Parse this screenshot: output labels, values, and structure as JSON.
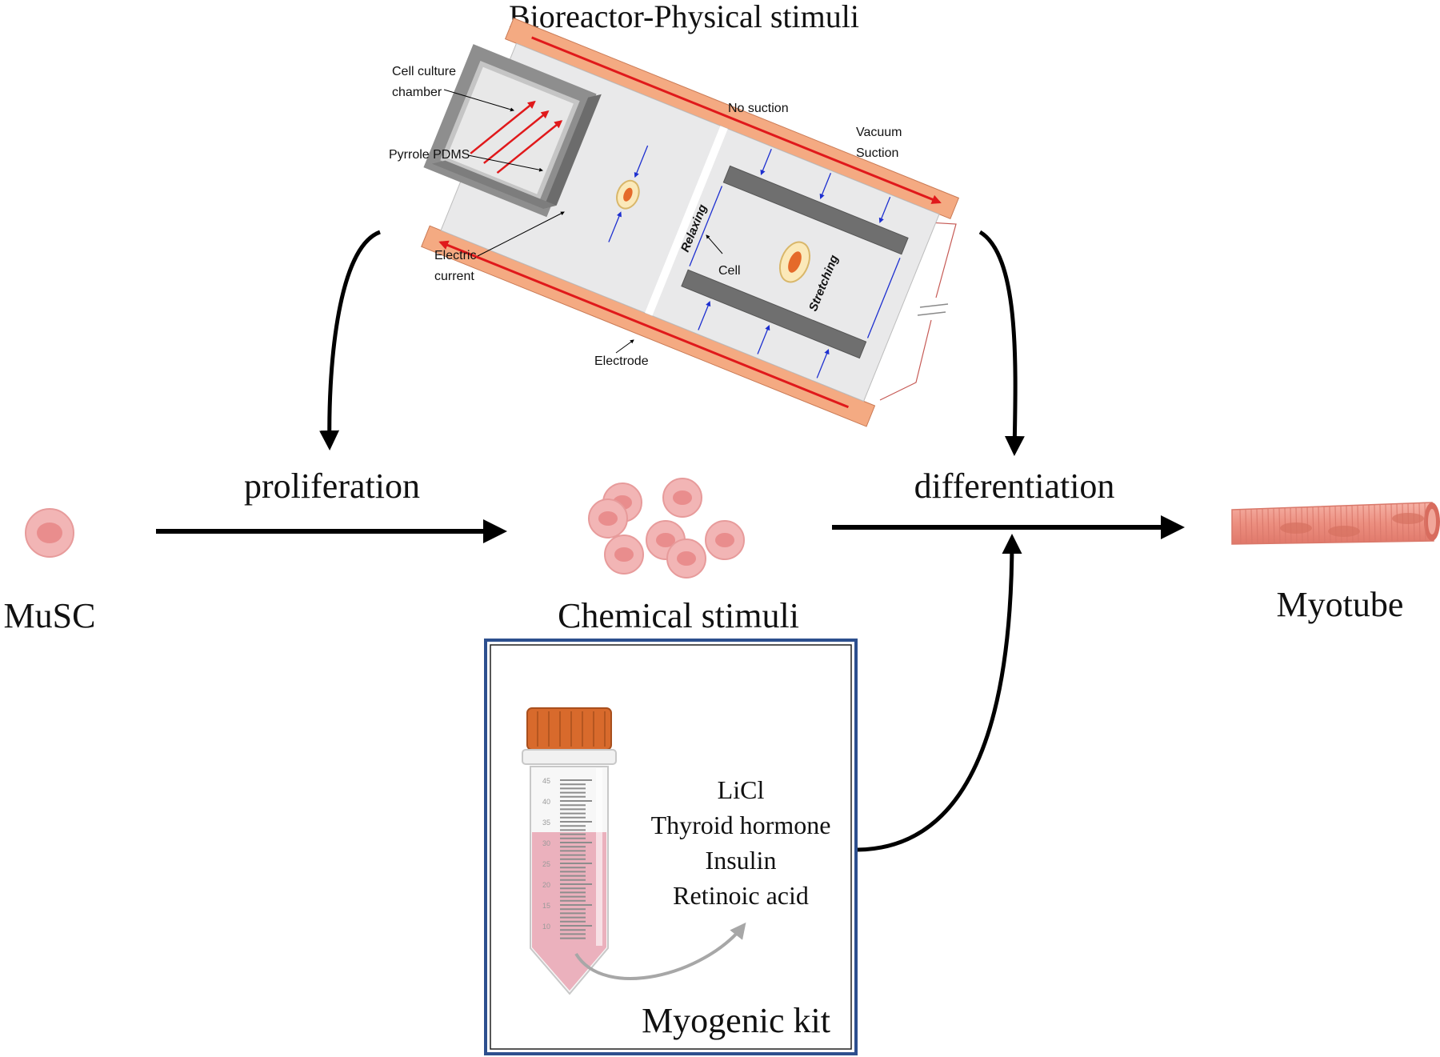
{
  "title": "Bioreactor-Physical stimuli",
  "bioreactor": {
    "labels": {
      "cell_culture_chamber": [
        "Cell culture",
        "chamber"
      ],
      "pyrrole_pdms": "Pyrrole PDMS",
      "electric_current": [
        "Electric",
        "current"
      ],
      "no_suction": "No suction",
      "vacuum_suction": [
        "Vacuum",
        "Suction"
      ],
      "relaxing": "Relaxing",
      "cell": "Cell",
      "stretching": "Stretching",
      "electrode": "Electrode"
    }
  },
  "flow": {
    "proliferation": "proliferation",
    "differentiation": "differentiation",
    "musc": "MuSC",
    "chemical_stimuli": "Chemical stimuli",
    "myotube": "Myotube"
  },
  "kit": {
    "title": "Myogenic kit",
    "items": [
      "LiCl",
      "Thyroid hormone",
      "Insulin",
      "Retinoic acid"
    ],
    "tube_scale": [
      "45",
      "40",
      "35",
      "30",
      "25",
      "20",
      "15",
      "10"
    ]
  },
  "colors": {
    "electrode": "#f4aa82",
    "current_arrow": "#e0191b",
    "chamber_gray": "#8e8e8e",
    "cell_pink": "#f2b5b5",
    "cell_nucleus": "#e98d8d",
    "kit_border": "#2d4f8e",
    "tube_cap": "#d86a2c",
    "liquid": "#e9a9b6"
  }
}
